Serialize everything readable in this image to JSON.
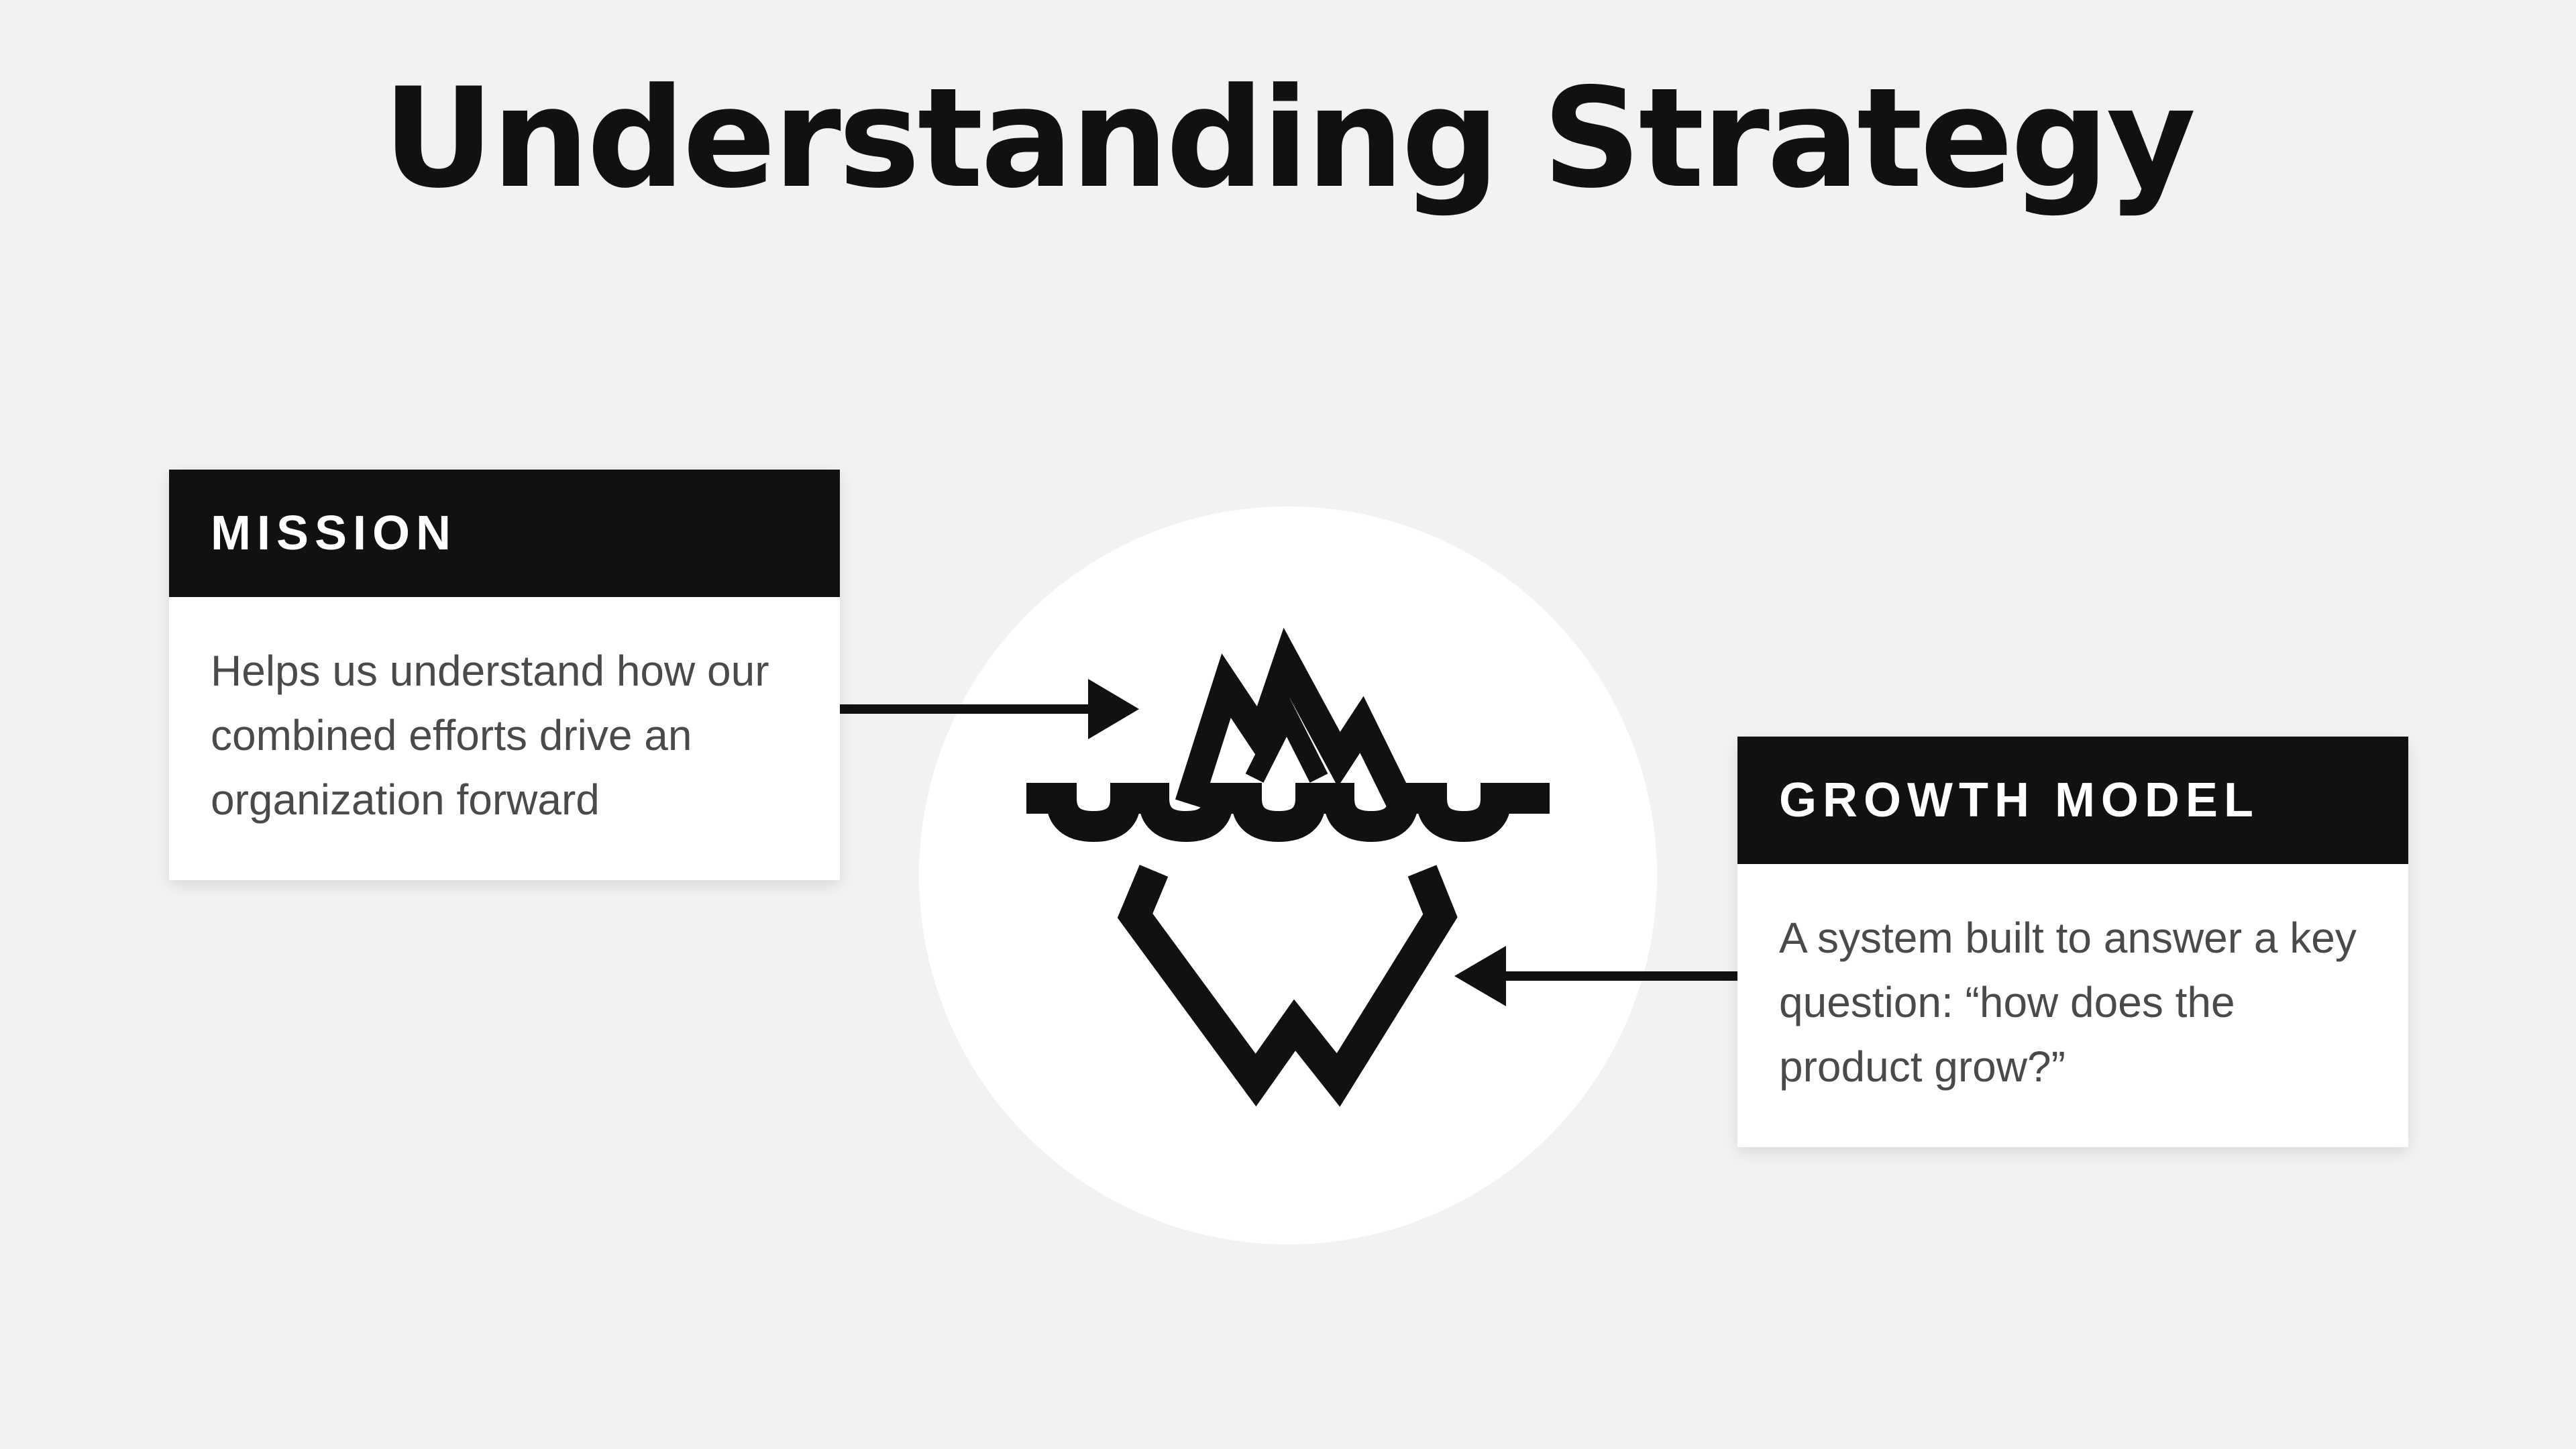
{
  "title": "Understanding Strategy",
  "cards": {
    "mission": {
      "heading": "MISSION",
      "body": "Helps us understand how our combined efforts drive an organization forward"
    },
    "growth_model": {
      "heading": "GROWTH MODEL",
      "body": "A system built to answer a key question: “how does the product grow?”"
    }
  },
  "icon": "iceberg-icon",
  "colors": {
    "background": "#f2f2f2",
    "ink": "#111111",
    "card": "#ffffff",
    "body_text": "#4a4a4a"
  }
}
